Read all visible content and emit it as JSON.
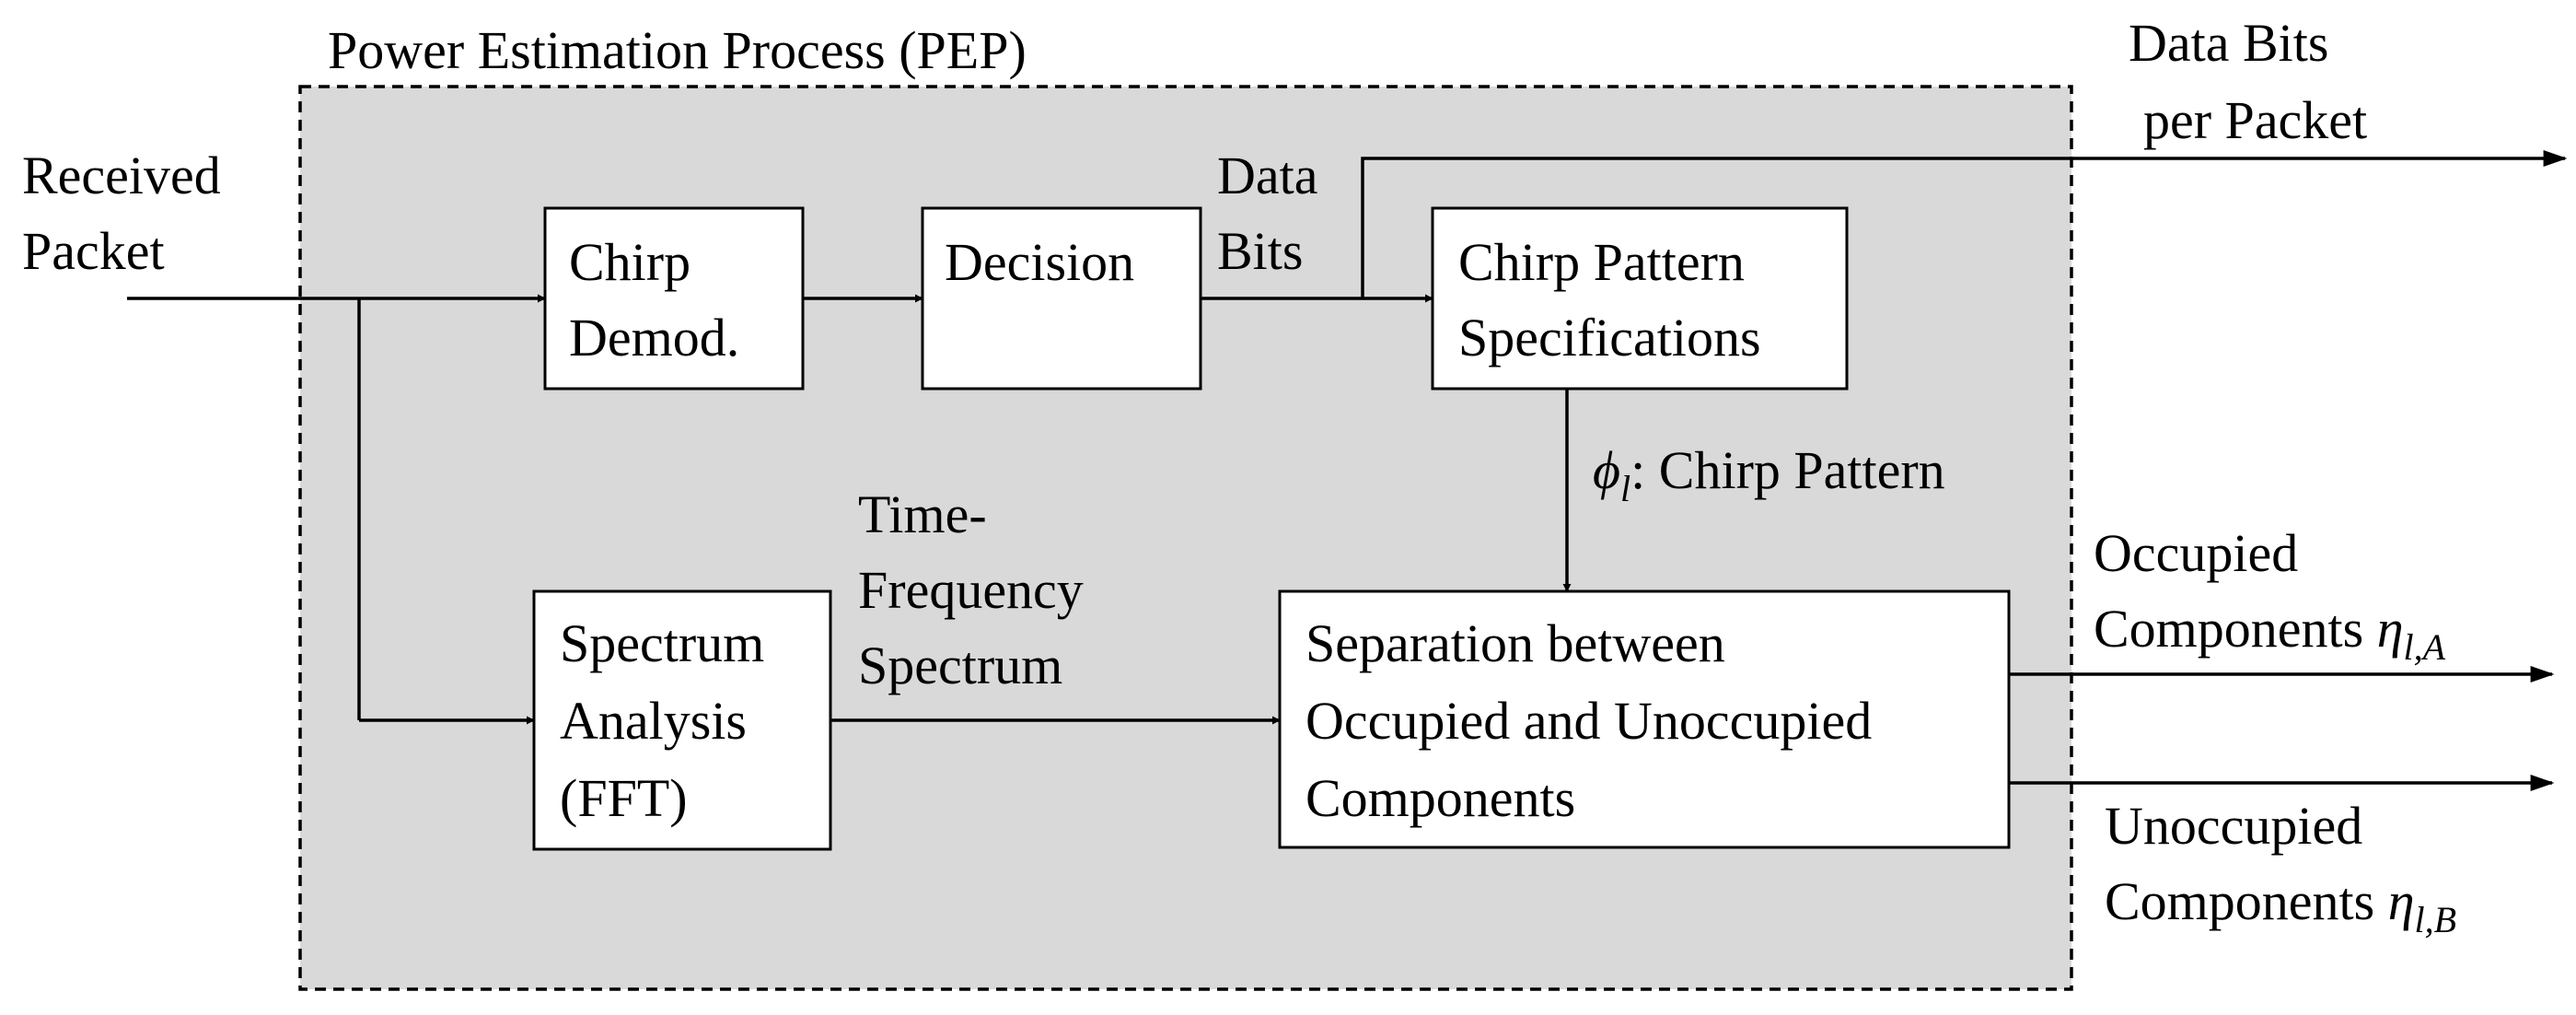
{
  "pep": {
    "title": "Power Estimation Process (PEP)"
  },
  "input": {
    "line1": "Received",
    "line2": "Packet"
  },
  "blocks": {
    "chirp_demod": {
      "line1": "Chirp",
      "line2": "Demod."
    },
    "decision": {
      "label": "Decision"
    },
    "chirp_pattern_spec": {
      "line1": "Chirp Pattern",
      "line2": "Specifications"
    },
    "spectrum_analysis": {
      "line1": "Spectrum",
      "line2": "Analysis",
      "line3": "(FFT)"
    },
    "separation": {
      "line1": "Separation between",
      "line2": "Occupied and Unoccupied",
      "line3": "Components"
    }
  },
  "edges": {
    "data_bits": {
      "line1": "Data",
      "line2": "Bits"
    },
    "chirp_pattern": {
      "symbol": "ϕ",
      "subscript": "l",
      "label": ": Chirp Pattern"
    },
    "tf_spectrum": {
      "line1": "Time-",
      "line2": "Frequency",
      "line3": "Spectrum"
    }
  },
  "outputs": {
    "data_bits_per_packet": {
      "line1": "Data Bits",
      "line2": "per Packet"
    },
    "occupied": {
      "line1": "Occupied",
      "line2": "Components ",
      "symbol": "η",
      "subscript": "l,A"
    },
    "unoccupied": {
      "line1": "Unoccupied",
      "line2": "Components ",
      "symbol": "η",
      "subscript": "l,B"
    }
  }
}
